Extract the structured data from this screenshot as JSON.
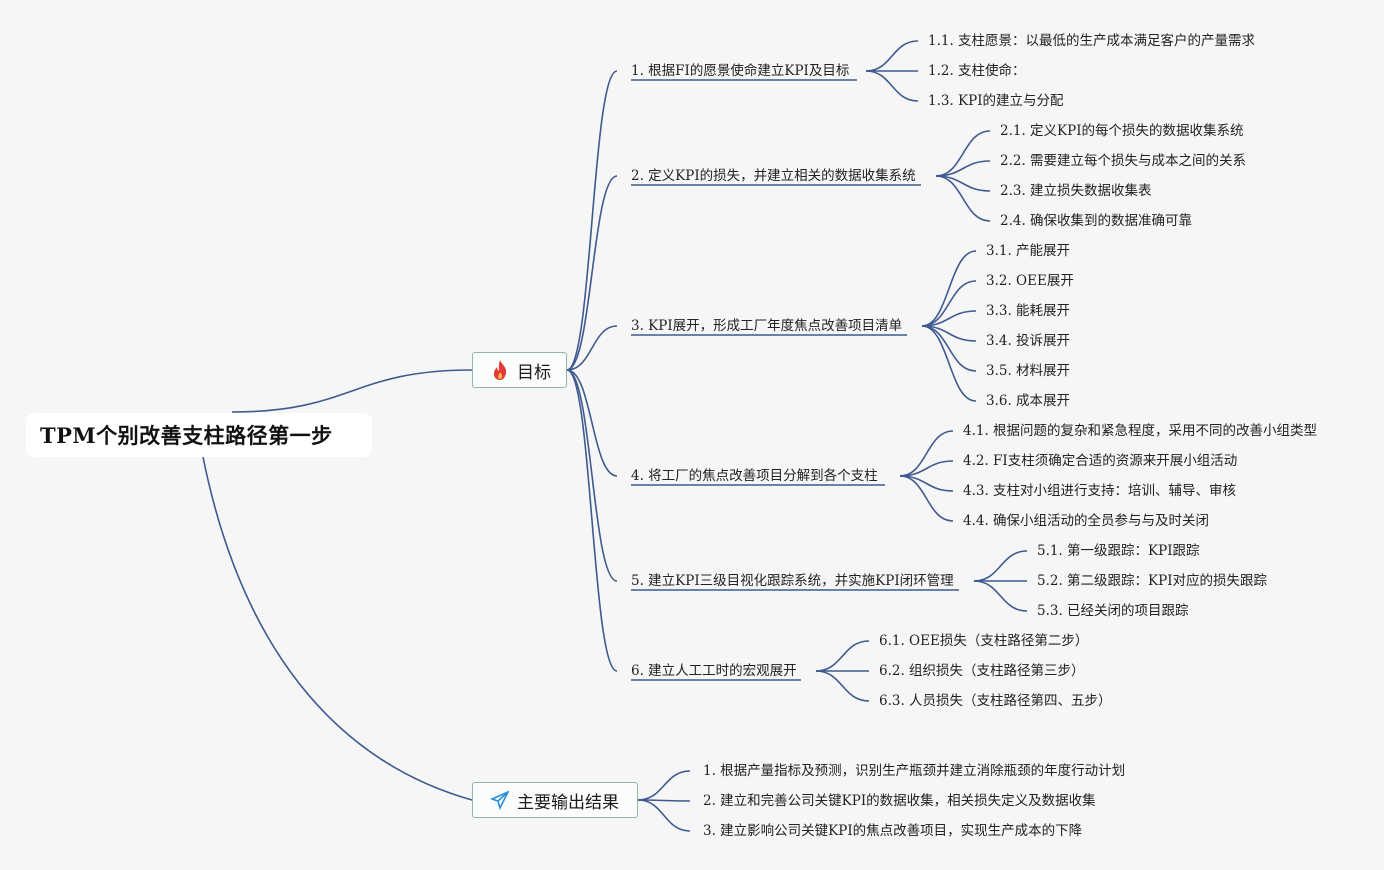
{
  "root": {
    "title": "TPM个别改善支柱路径第一步"
  },
  "goal": {
    "label": "目标",
    "icon": "fire-icon",
    "children": [
      {
        "label": "1. 根据FI的愿景使命建立KPI及目标",
        "children": [
          "1.1. 支柱愿景：以最低的生产成本满足客户的产量需求",
          "1.2. 支柱使命：",
          "1.3. KPI的建立与分配"
        ]
      },
      {
        "label": "2. 定义KPI的损失，并建立相关的数据收集系统",
        "children": [
          "2.1. 定义KPI的每个损失的数据收集系统",
          "2.2. 需要建立每个损失与成本之间的关系",
          "2.3. 建立损失数据收集表",
          "2.4. 确保收集到的数据准确可靠"
        ]
      },
      {
        "label": "3. KPI展开，形成工厂年度焦点改善项目清单",
        "children": [
          "3.1. 产能展开",
          "3.2. OEE展开",
          "3.3. 能耗展开",
          "3.4. 投诉展开",
          "3.5. 材料展开",
          "3.6. 成本展开"
        ]
      },
      {
        "label": "4. 将工厂的焦点改善项目分解到各个支柱",
        "children": [
          "4.1. 根据问题的复杂和紧急程度，采用不同的改善小组类型",
          "4.2. FI支柱须确定合适的资源来开展小组活动",
          "4.3. 支柱对小组进行支持：培训、辅导、审核",
          "4.4. 确保小组活动的全员参与与及时关闭"
        ]
      },
      {
        "label": "5. 建立KPI三级目视化跟踪系统，并实施KPI闭环管理",
        "children": [
          "5.1. 第一级跟踪：KPI跟踪",
          "5.2. 第二级跟踪：KPI对应的损失跟踪",
          "5.3. 已经关闭的项目跟踪"
        ]
      },
      {
        "label": "6. 建立人工工时的宏观展开",
        "children": [
          "6.1. OEE损失（支柱路径第二步）",
          "6.2. 组织损失（支柱路径第三步）",
          "6.3. 人员损失（支柱路径第四、五步）"
        ]
      }
    ]
  },
  "output": {
    "label": "主要输出结果",
    "icon": "paper-plane-icon",
    "children": [
      "1. 根据产量指标及预测，识别生产瓶颈并建立消除瓶颈的年度行动计划",
      "2. 建立和完善公司关键KPI的数据收集，相关损失定义及数据收集",
      "3. 建立影响公司关键KPI的焦点改善项目，实现生产成本的下降"
    ]
  },
  "colors": {
    "line": "#3f5a8f",
    "topic_border": "#8fb8a8",
    "background": "#f6f6f6"
  }
}
